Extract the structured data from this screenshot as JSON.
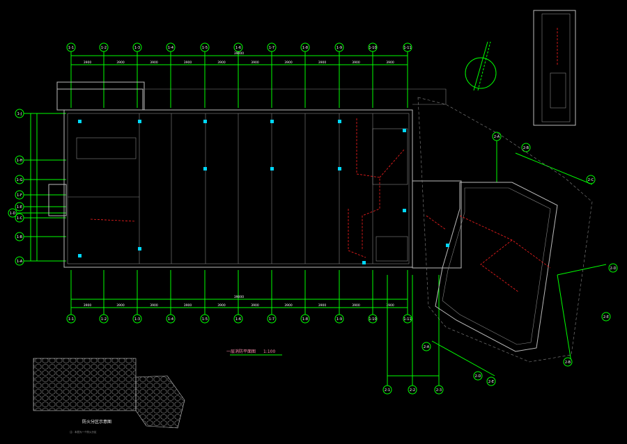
{
  "drawing": {
    "title": "一层消防平面图",
    "scale": "1:100",
    "legend_title": "防火分区示意图",
    "legend_note": "注：本层为一个防火分区"
  },
  "axes": {
    "top": [
      "1-1",
      "1-2",
      "1-3",
      "1-4",
      "1-5",
      "1-6",
      "1-7",
      "1-8",
      "1-9",
      "1-10",
      "1-11"
    ],
    "left": [
      "1-J",
      "1-H",
      "1-G",
      "1-F",
      "1-E",
      "1-D",
      "1-C",
      "1-B",
      "1-A"
    ],
    "bottom_right": [
      "2-1",
      "2-2",
      "2-3"
    ],
    "wing": [
      "2-A",
      "2-B",
      "2-C",
      "2-D",
      "2-E"
    ],
    "dims": [
      "3900",
      "3900",
      "3900",
      "3900",
      "3900",
      "3900",
      "3900",
      "3900",
      "3900",
      "3900"
    ],
    "total_dim": "39000"
  },
  "colors": {
    "axis": "#00ff00",
    "wall": "#bbbbbb",
    "fire": "#ff2020",
    "device": "#00d8ff"
  }
}
